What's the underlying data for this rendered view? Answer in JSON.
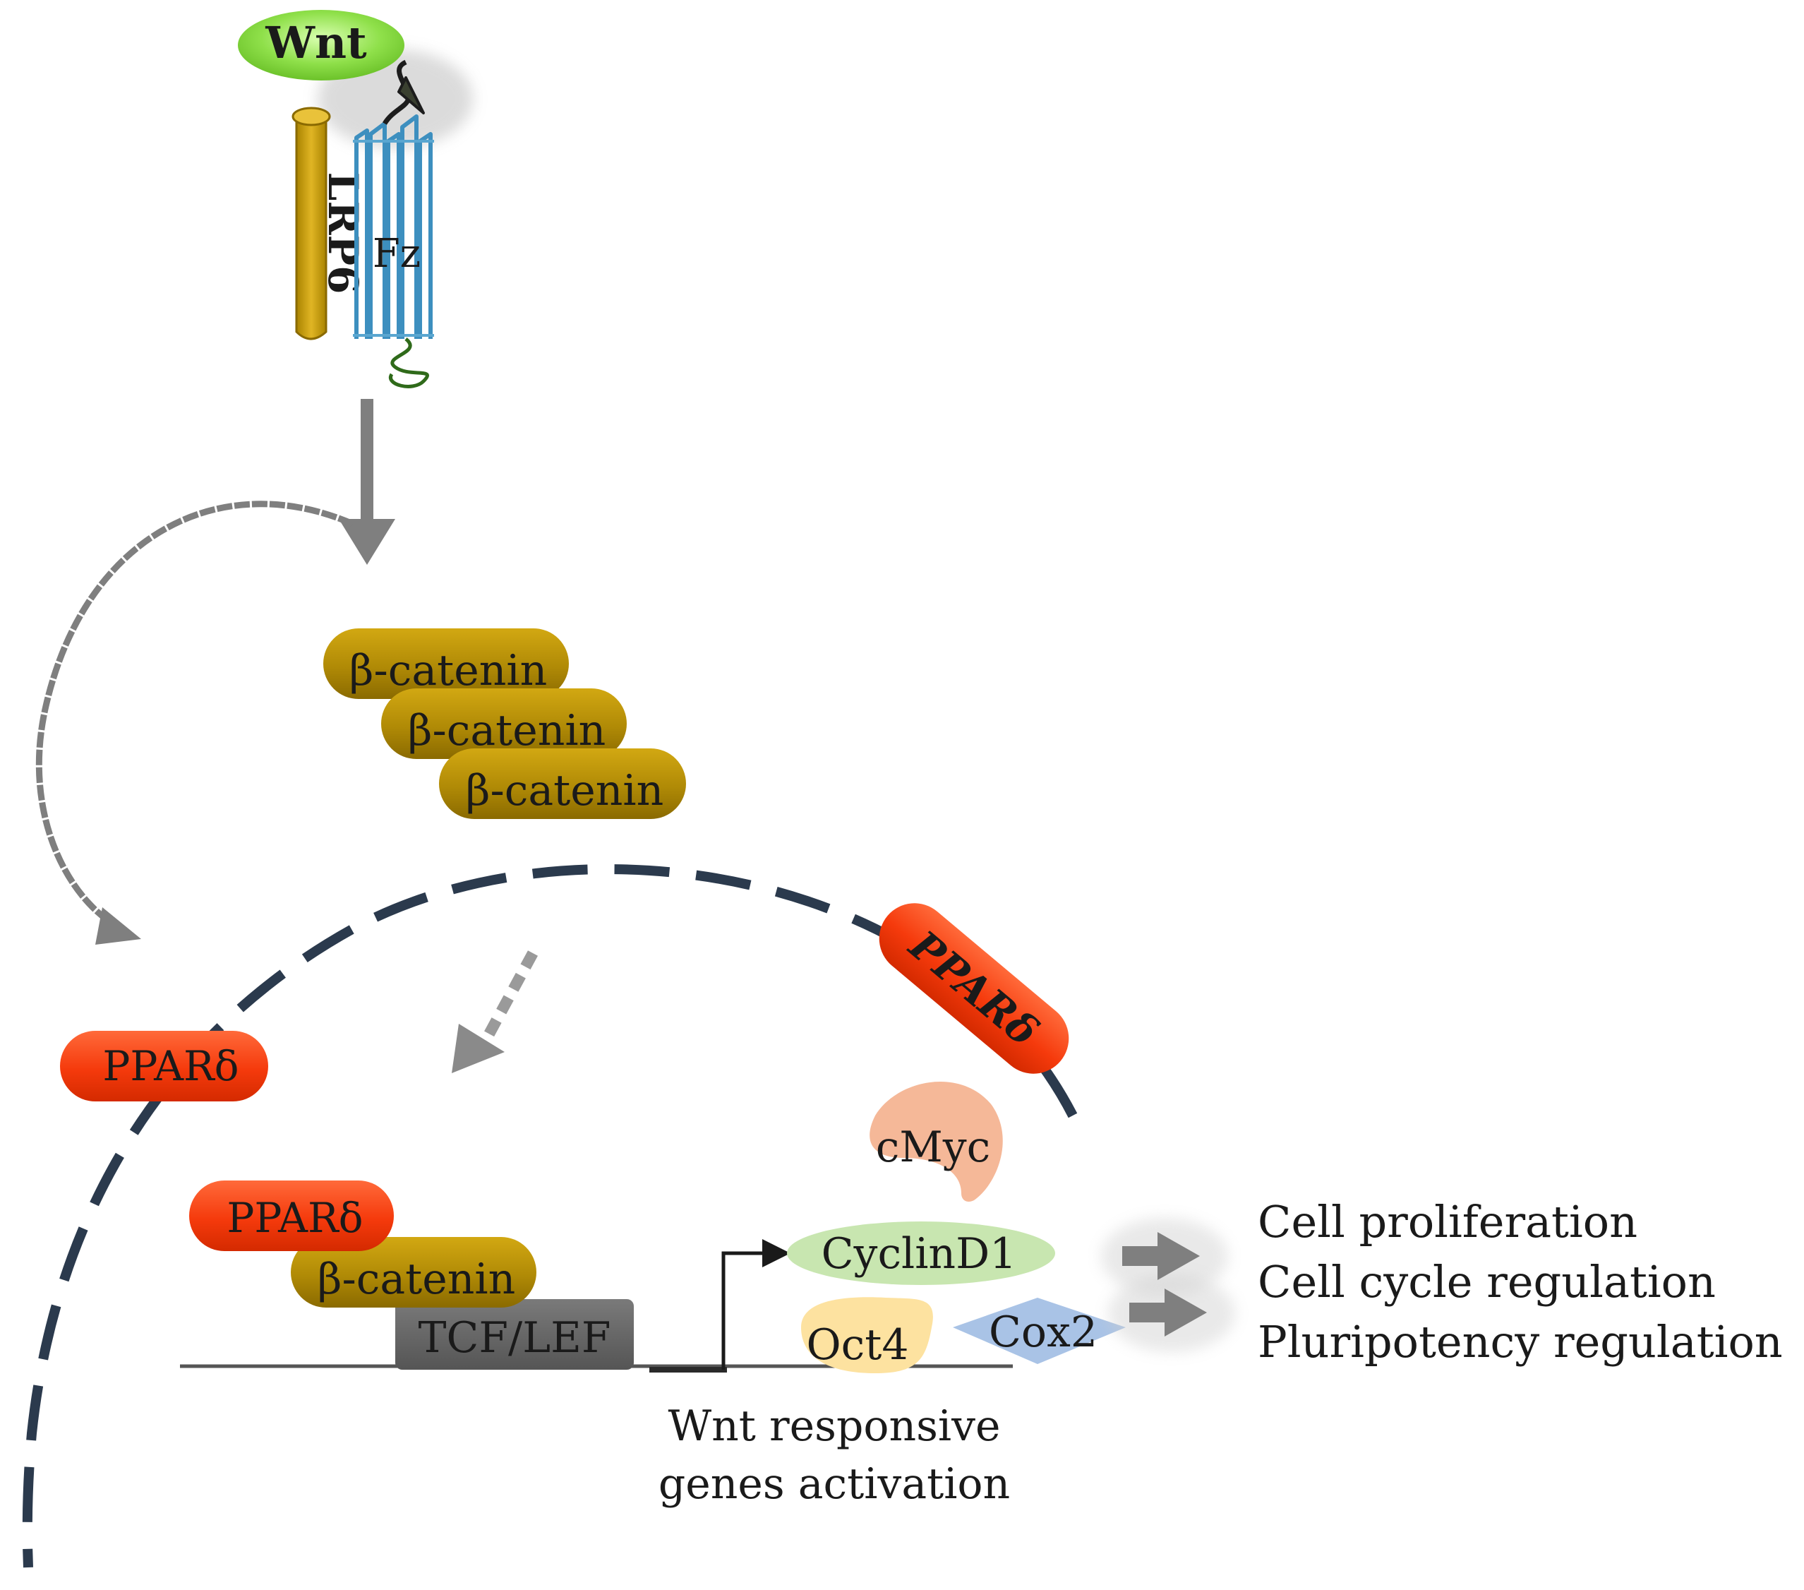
{
  "ligand": {
    "label": "Wnt"
  },
  "receptors": {
    "lrp6": "LRP6",
    "frizzled": "Fz"
  },
  "beta_catenin": {
    "labels": [
      "β-catenin",
      "β-catenin",
      "β-catenin"
    ]
  },
  "ppar": {
    "cytoplasm_label": "PPARδ",
    "membrane_label": "PPARδ",
    "complex_label": "PPARδ"
  },
  "complex": {
    "beta_catenin_label": "β-catenin",
    "tcf_label": "TCF/LEF"
  },
  "target_genes": {
    "cmyc": "cMyc",
    "cyclind1": "CyclinD1",
    "oct4": "Oct4",
    "cox2": "Cox2"
  },
  "activation_caption": {
    "line1": "Wnt responsive",
    "line2": "genes activation"
  },
  "outcomes": [
    "Cell proliferation",
    "Cell cycle regulation",
    "Pluripotency regulation"
  ],
  "colors": {
    "wnt_green": "#8fe04a",
    "lrp6_gold": "#c9a018",
    "fz_blue": "#3d8fbf",
    "beta_catenin": "#b08a06",
    "ppar_red": "#ff3a10",
    "tcf_gray": "#666666",
    "cmyc_peach": "#f5b898",
    "cyclind1_green": "#c8e6b0",
    "oct4_yellow": "#fde2a0",
    "cox2_blue": "#a9c3e6",
    "arrow_gray": "#7f7f7f",
    "nucleus_navy": "#2b3a4d"
  }
}
